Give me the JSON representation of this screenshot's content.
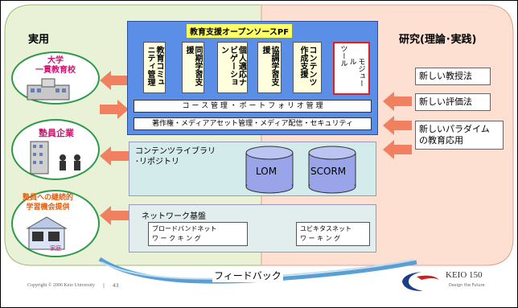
{
  "left_panel": {
    "title": "実用",
    "node1": {
      "lines": [
        "大学",
        "一貫教育校"
      ]
    },
    "node2": {
      "label": "塾員企業"
    },
    "node3": {
      "lines": [
        "塾員への継続的",
        "学習機会提供"
      ],
      "house_label": "家庭"
    }
  },
  "right_panel": {
    "title": "研究(理論･実践)",
    "items": [
      "新しい教授法",
      "新しい評価法",
      "新しいパラダイム\nの教育応用"
    ]
  },
  "platform": {
    "title": "教育支援オープンソースPF",
    "modules": [
      "教育コミュニティ管理",
      "同期学習支援",
      "個人適応ナビゲーション",
      "協調学習支援",
      "コンテンツ作成支援",
      "ツール",
      "モジュール"
    ],
    "course_bar": "コ ー ス 管 理 ・ ポ ー ト フ ォ リ オ 管 理",
    "copyright_bar": "著作権・メディアアセット管理・メディア配信・セキュリティ"
  },
  "library": {
    "title_lines": [
      "コンテンツライブラリ",
      "･リポジトリ"
    ],
    "db1": "LOM",
    "db2": "SCORM"
  },
  "network": {
    "title": "ネットワーク基盤",
    "box1_lines": [
      "ブロードバンドネット",
      "ワ ー ク キ ン グ"
    ],
    "box2_lines": [
      "ユビキタスネット",
      "ワ ー キ ン グ"
    ]
  },
  "feedback": "フィードバック",
  "footer": {
    "copyright": "Copyright © 2006 Keio University",
    "page": "43",
    "logo_main": "KEIO 150",
    "logo_sub": "Design the Future"
  },
  "colors": {
    "left_bg": "#e9f2d6",
    "right_bg": "#fde0d2",
    "platform_bg": "#5b8ee6",
    "library_bg": "#d4ebeb",
    "network_bg": "#e2eded",
    "arrow": "#f08060"
  }
}
